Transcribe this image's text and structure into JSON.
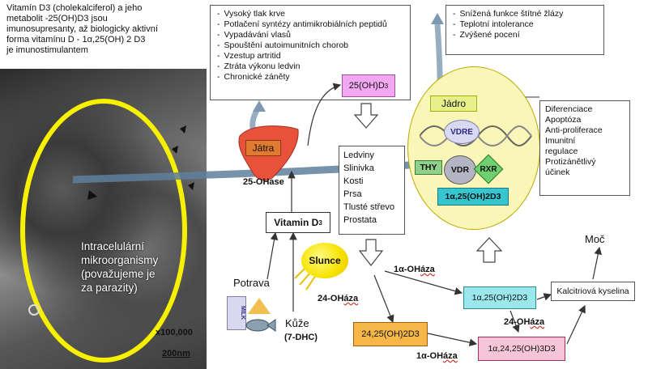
{
  "intro_text": [
    "Vitamín D3 (cholekalciferol) a jeho",
    "metabolit -25(OH)D3 jsou",
    "imunosupresanty, až biologicky aktivní",
    "forma vitamínu D - 1α,25(OH) 2 D3",
    "je imunostimulantem"
  ],
  "micro": {
    "label": [
      "Intracelulární",
      "mikroorganismy",
      "(považujeme je",
      "za parazity)"
    ],
    "magnification": "x100,000",
    "scale": "200nm"
  },
  "effects_box": [
    "Vysoký tlak krve",
    "Potlačení syntézy antimikrobiálních peptidů",
    "Vypadávání vlasů",
    "Spouštění autoimunitních chorob",
    "Vzestup artritid",
    "Ztráta výkonu ledvin",
    "Chronické záněty"
  ],
  "thyroid_box": [
    "Snížená funkce štítné žlázy",
    "Teplotní intolerance",
    "Zvýšené pocení"
  ],
  "functions_box": [
    "Diferenciace",
    "Apoptóza",
    "Anti-proliferace",
    "Imunitní",
    "regulace",
    "Protizánětlivý",
    "účinek"
  ],
  "organs_box": [
    "Ledviny",
    "Slinivka",
    "Kosti",
    "Prsa",
    "Tlusté střevo",
    "Prostata"
  ],
  "nodes": {
    "oh25": "25(OH)D",
    "oh25_sub": "3",
    "jadro": "Jádro",
    "vdre": "VDRE",
    "thy": "THY",
    "vdr": "VDR",
    "rxr": "RXR",
    "nucleus_active": "1α,25(OH)2D3",
    "jatra": "Játra",
    "ohase25": "25-OHase",
    "vitamin_d3": "Vitamin D",
    "vitamin_d3_sub": "3",
    "slunce": "Slunce",
    "potrava": "Potrava",
    "kuze": "Kůže",
    "dhc": "(7-DHC)",
    "milk": "MILK",
    "moc": "Moč",
    "kalcitriova": "Kalcitriová kyselina",
    "active_right": "1α,25(OH)2D3",
    "d24_25": "24,25(OH)2D3",
    "d1_24_25": "1α,24,25(OH)3D3"
  },
  "enzymes": {
    "oh1a_top": "1α-OH",
    "oh1a_top_b": "áza",
    "oh24_left": "24-OH",
    "oh24_left_b": "áza",
    "oh24_right": "24-OH",
    "oh24_right_b": "áza",
    "oh1a_bottom": "1α-OH",
    "oh1a_bottom_b": "áza"
  },
  "colors": {
    "magenta_box": "#f2a8f0",
    "teal_box": "#35c6cf",
    "orange_box": "#f7b648",
    "pink_box": "#f6c6d8",
    "light_teal": "#9ae8ec",
    "liver": "#e8513a",
    "nucleus": "#faf6b8",
    "sun": "#f6e200",
    "yellow_ring": "#f7f000"
  }
}
